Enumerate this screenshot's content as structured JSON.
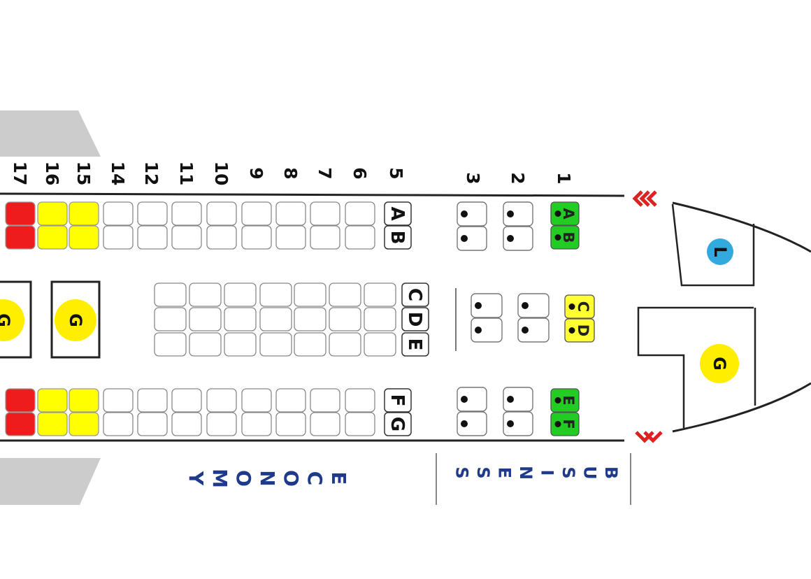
{
  "colors": {
    "free": "#ffffff",
    "premium": "#ffff00",
    "restricted": "#ee1c1c",
    "business_selected": "#22cc22",
    "business_cd": "#ffff33",
    "galley_badge": "#ffee00",
    "lavatory_badge": "#33aadd",
    "exit_marker": "#dd2222",
    "cabin_label": "#1f3a8a",
    "wing": "#cccccc",
    "outline": "#222222"
  },
  "row_numbers": {
    "economy": [
      "17",
      "16",
      "15",
      "14",
      "12",
      "11",
      "10",
      "9",
      "8",
      "7",
      "6",
      "5"
    ],
    "business": [
      "3",
      "2",
      "1"
    ]
  },
  "seat_letters": {
    "economy_left": [
      "A",
      "B"
    ],
    "economy_center": [
      "C",
      "D",
      "E"
    ],
    "economy_right": [
      "F",
      "G"
    ],
    "business_left": [
      "A",
      "B"
    ],
    "business_center": [
      "C",
      "D"
    ],
    "business_right": [
      "E",
      "F"
    ]
  },
  "seat_status": {
    "17": "restricted",
    "16": "premium",
    "15": "premium"
  },
  "facilities": {
    "galley": "G",
    "lavatory": "L"
  },
  "cabins": {
    "economy": "ECONOMY",
    "business": "BUSINESS"
  },
  "icons": {
    "exit": "exit-chevron-icon",
    "seat_occupied": "seat-dot-icon"
  }
}
